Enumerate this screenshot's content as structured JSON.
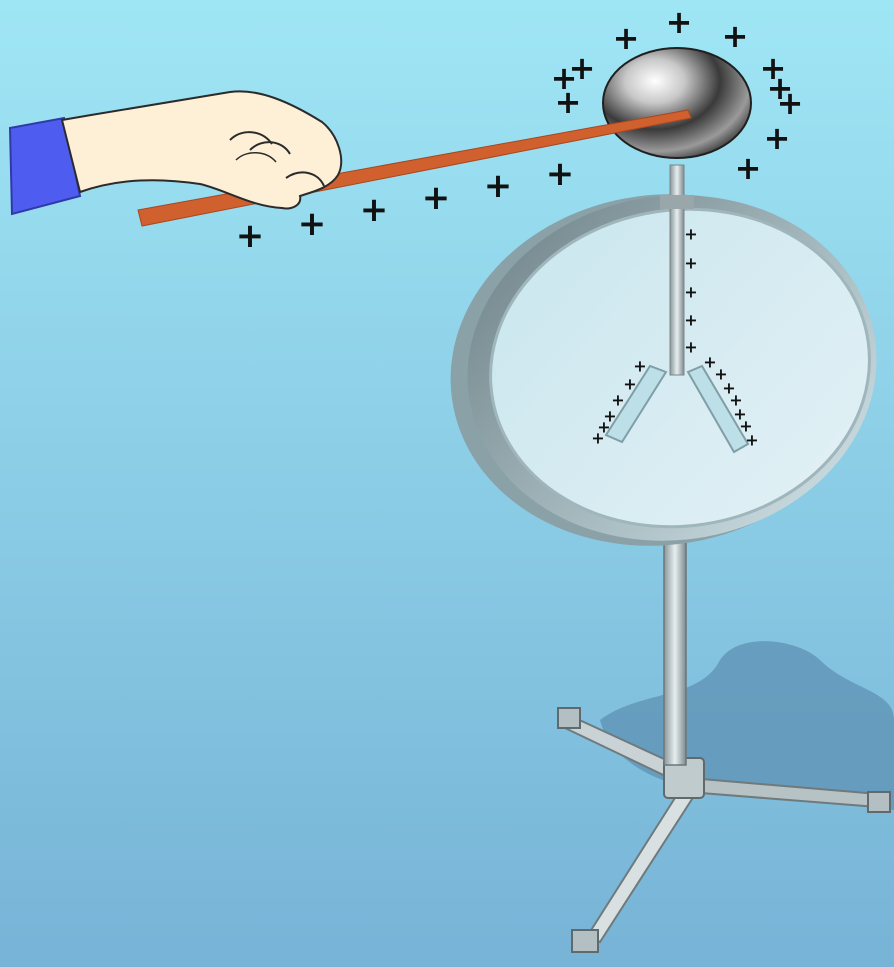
{
  "scene": {
    "background_top": "#9fe6f5",
    "background_bottom": "#77b3d6",
    "rod_color": "#d0602e",
    "sleeve_color": "#4f5cf0",
    "skin_color": "#fdf0d6",
    "charge_symbol": "+",
    "charges": {
      "rod_count": 6,
      "sphere_count": 11,
      "stem_count": 5,
      "left_leaf_count": 6,
      "right_leaf_count": 7
    }
  }
}
